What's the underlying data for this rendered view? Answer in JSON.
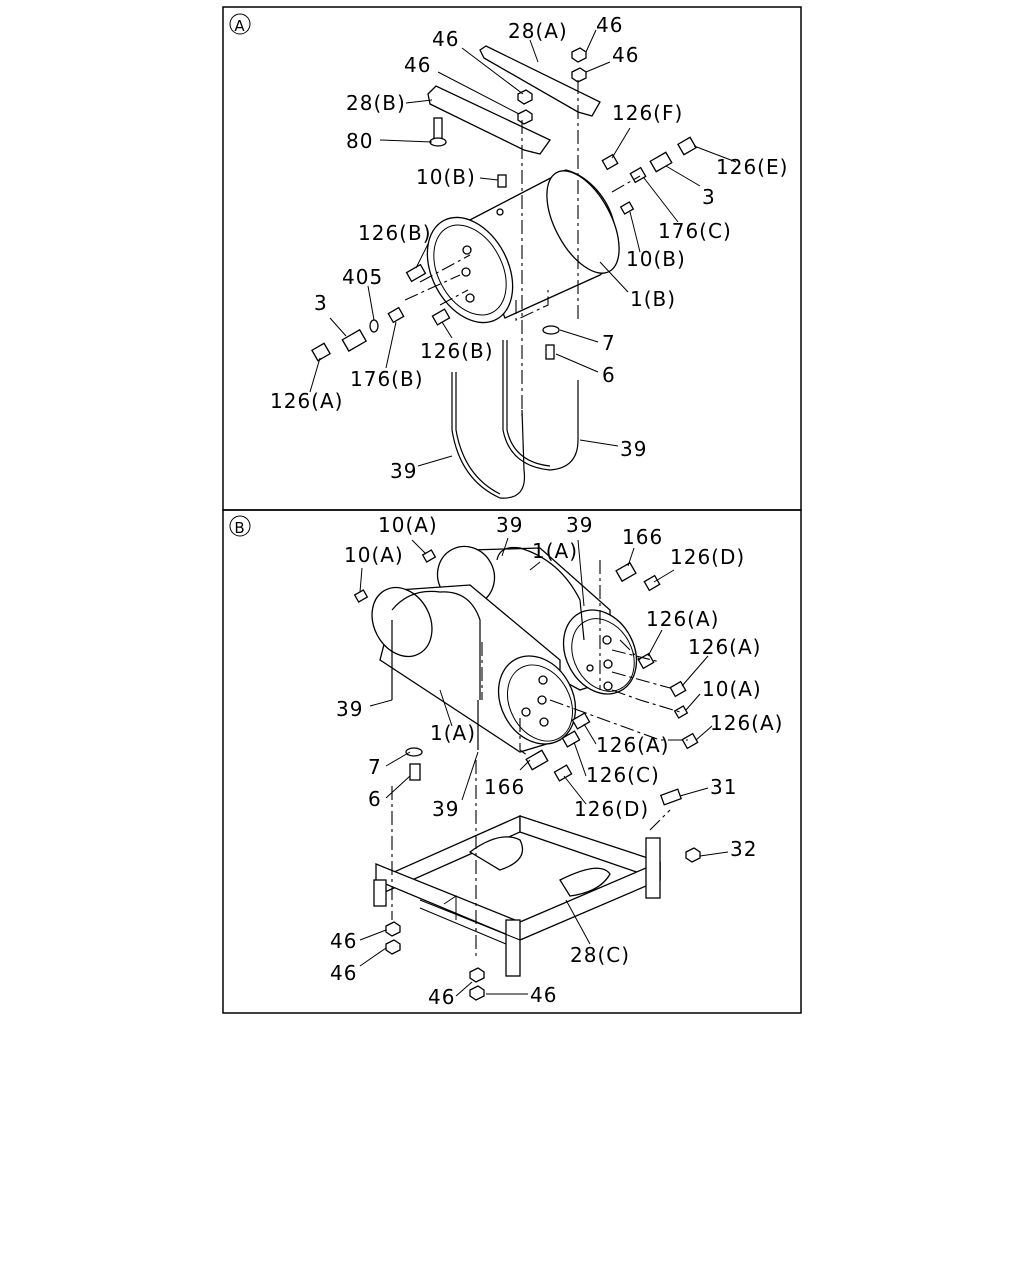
{
  "panels": [
    {
      "marker": "A",
      "labels": [
        "46",
        "46",
        "28(A)",
        "46",
        "46",
        "28(B)",
        "80",
        "126(F)",
        "126(E)",
        "10(B)",
        "3",
        "176(C)",
        "126(B)",
        "10(B)",
        "405",
        "1(B)",
        "3",
        "7",
        "126(B)",
        "6",
        "176(B)",
        "126(A)",
        "39",
        "39"
      ]
    },
    {
      "marker": "B",
      "labels": [
        "10(A)",
        "39",
        "39",
        "166",
        "10(A)",
        "1(A)",
        "126(D)",
        "126(A)",
        "126(A)",
        "10(A)",
        "126(A)",
        "39",
        "1(A)",
        "126(A)",
        "7",
        "126(C)",
        "6",
        "166",
        "39",
        "126(D)",
        "31",
        "32",
        "46",
        "28(C)",
        "46",
        "46",
        "46"
      ]
    }
  ]
}
